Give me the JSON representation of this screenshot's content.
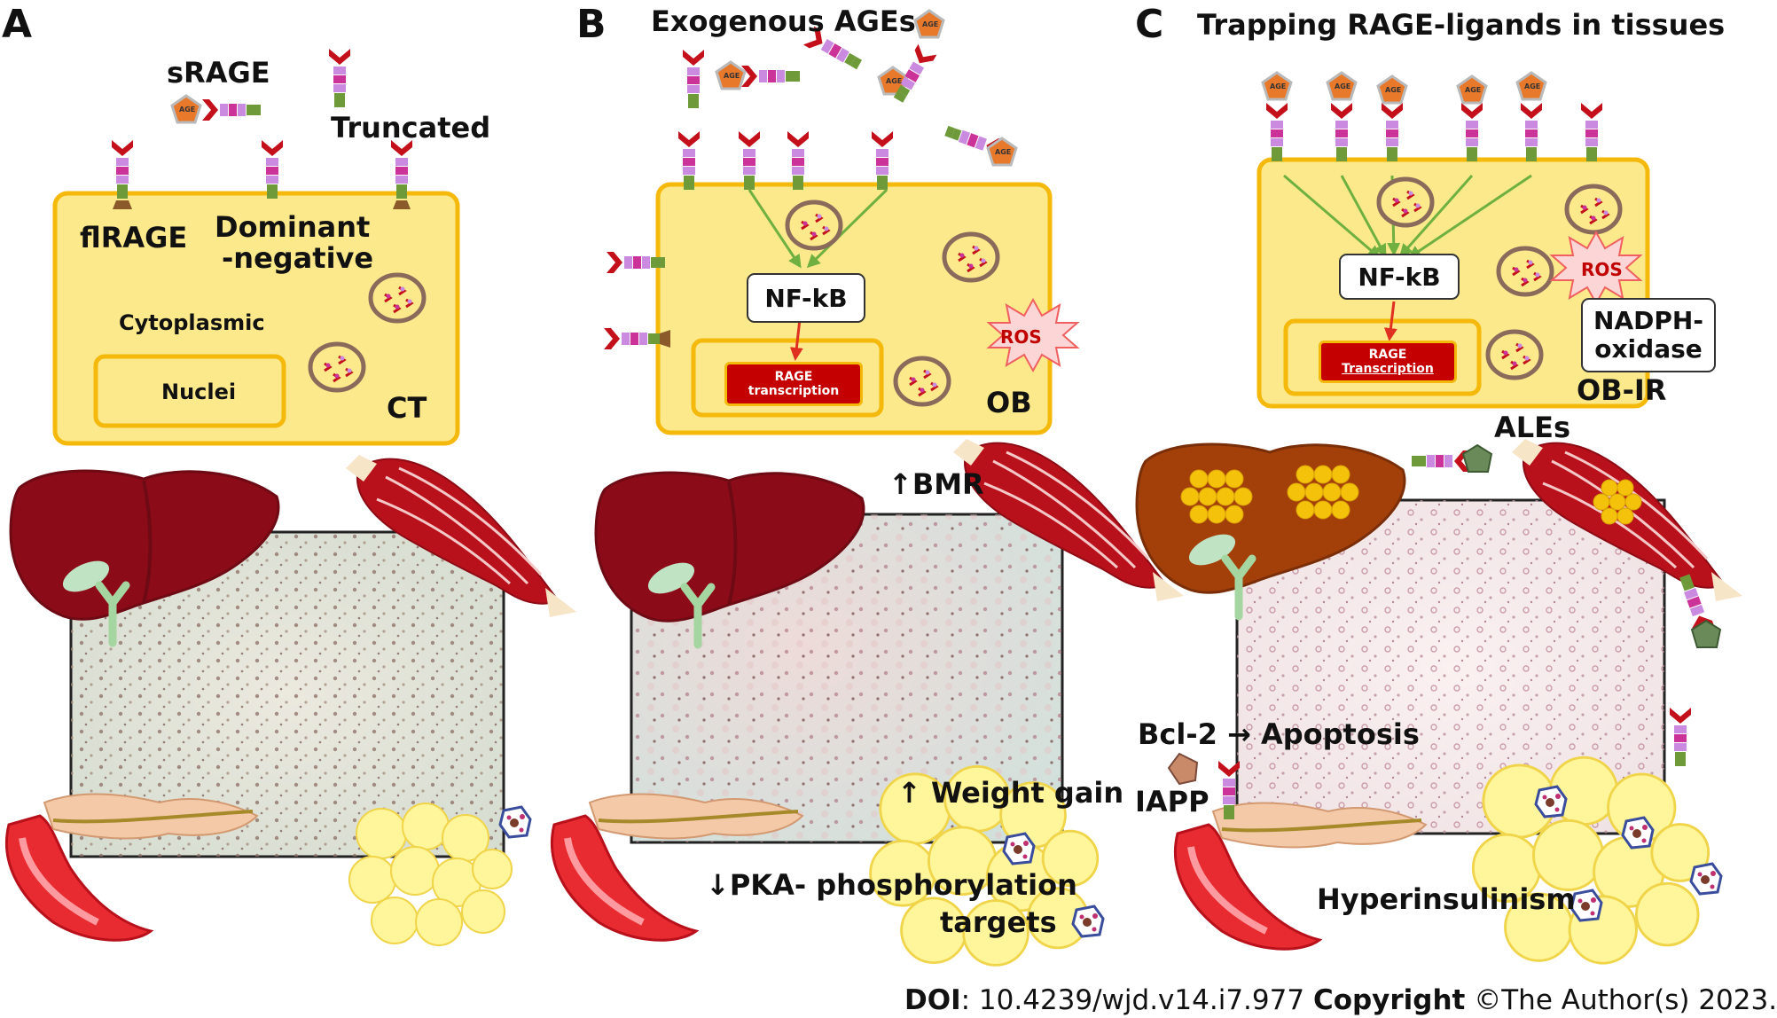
{
  "panels": {
    "a": {
      "letter": "A",
      "srage": "sRAGE",
      "truncated": "Truncated",
      "flrage": "flRAGE",
      "dominant": "Dominant",
      "negative": "-negative",
      "cytoplasmic": "Cytoplasmic",
      "nuclei": "Nuclei",
      "ct": "CT"
    },
    "b": {
      "letter": "B",
      "exogenous": "Exogenous AGEs",
      "nfkb": "NF-kB",
      "rage_transcription": [
        "RAGE",
        "transcription"
      ],
      "ros": "ROS",
      "ob": "OB",
      "bmr": "↑BMR",
      "weight_gain": "↑ Weight gain",
      "pka": "↓PKA- phosphorylation",
      "targets": "targets"
    },
    "c": {
      "letter": "C",
      "trapping": "Trapping RAGE-ligands in tissues",
      "nfkb": "NF-kB",
      "rage_transcription": [
        "RAGE",
        "Transcription"
      ],
      "ros": "ROS",
      "nadph": [
        "NADPH-",
        "oxidase"
      ],
      "obir": "OB-IR",
      "ales": "ALEs",
      "bcl2": "Bcl-2 → Apoptosis",
      "iapp": "IAPP",
      "hyperinsulinism": "Hyperinsulinism"
    }
  },
  "age_label": "AGE",
  "footer": {
    "doi_label": "DOI",
    "doi_value": ": 10.4239/wjd.v14.i7.977",
    "copyright_label": "Copyright",
    "copyright_value": " ©The Author(s) 2023."
  },
  "colors": {
    "cell_fill": "#fbe98c",
    "cell_border": "#f4b90a",
    "receptor_red": "#c4101a",
    "receptor_magenta": "#cc3399",
    "receptor_violet": "#c98ae0",
    "receptor_green": "#6e9a3a",
    "age_orange": "#e8782a",
    "liver": "#8c0b18",
    "muscle": "#b8111c",
    "fat": "#fff59a",
    "nucleus_red": "#c40000",
    "ros_pink": "#fcd6d6",
    "arrow_green": "#6fb040"
  }
}
